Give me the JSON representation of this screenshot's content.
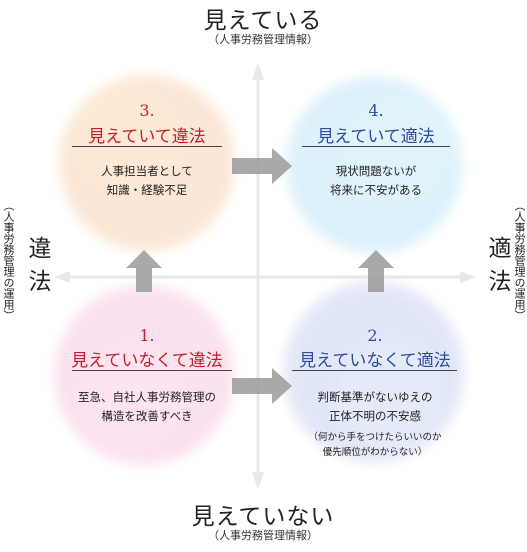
{
  "axes": {
    "top": {
      "title": "見えている",
      "sub": "（人事労務管理情報）"
    },
    "bottom": {
      "title": "見えていない",
      "sub": "（人事労務管理情報）"
    },
    "left": {
      "title": "違法",
      "sub": "（人事労務管理の運用）"
    },
    "right": {
      "title": "適法",
      "sub": "（人事労務管理の運用）"
    }
  },
  "quadrants": {
    "q3": {
      "num": "3.",
      "title": "見えていて違法",
      "line1": "人事担当者として",
      "line2": "知識・経験不足"
    },
    "q4": {
      "num": "4.",
      "title": "見えていて適法",
      "line1": "現状問題ないが",
      "line2": "将来に不安がある"
    },
    "q1": {
      "num": "1.",
      "title": "見えていなくて違法",
      "line1": "至急、自社人事労務管理の",
      "line2": "構造を改善すべき"
    },
    "q2": {
      "num": "2.",
      "title": "見えていなくて適法",
      "line1": "判断基準がないゆえの",
      "line2": "正体不明の不安感",
      "note1": "（何から手をつけたらいいのか",
      "note2": "優先順位がわからない）"
    }
  },
  "colors": {
    "q3_bg": "#fbe3cf",
    "q4_bg": "#d9f0fa",
    "q1_bg": "#fbdced",
    "q2_bg": "#dde3f6",
    "title_red": "#c0202b",
    "title_blue": "#2d4a9c",
    "axis": "#e6e6e6",
    "arrow": "#9a9a9a"
  },
  "icons": {
    "axis_arrows": "arrow-icon",
    "flow_arrows": "block-arrow-icon"
  }
}
